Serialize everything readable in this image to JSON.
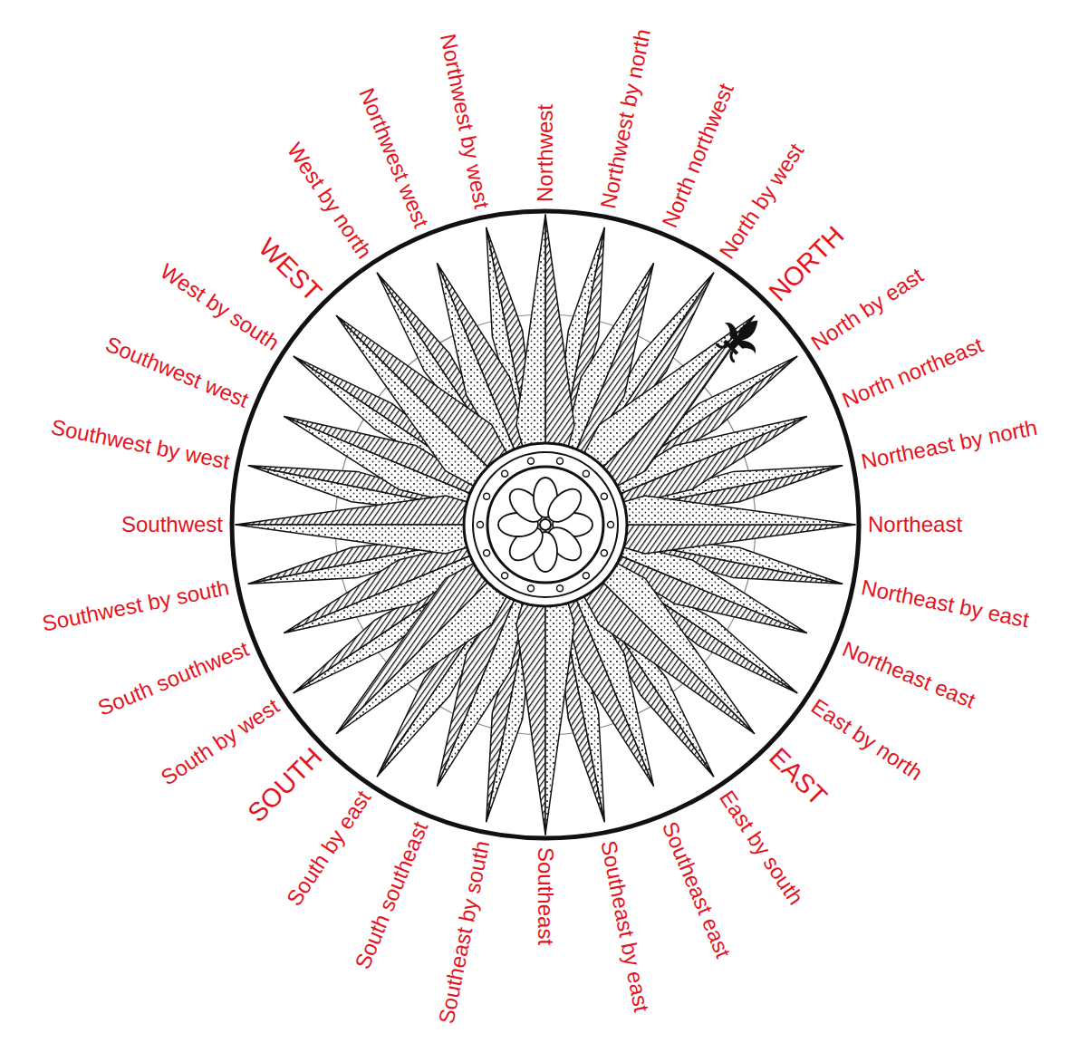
{
  "diagram": {
    "labels": [
      "Northwest",
      "Northwest by north",
      "North northwest",
      "North by west",
      "NORTH",
      "North by east",
      "North northeast",
      "Northeast by north",
      "Northeast",
      "Northeast by east",
      "Northeast east",
      "East by north",
      "EAST",
      "East by south",
      "Southeast east",
      "Southeast by east",
      "Southeast",
      "Southeast by south",
      "South southeast",
      "South by east",
      "SOUTH",
      "South by west",
      "South southwest",
      "Southwest by south",
      "Southwest",
      "Southwest by west",
      "Southwest west",
      "West by south",
      "WEST",
      "West by north",
      "Northwest west",
      "Northwest by west"
    ]
  }
}
